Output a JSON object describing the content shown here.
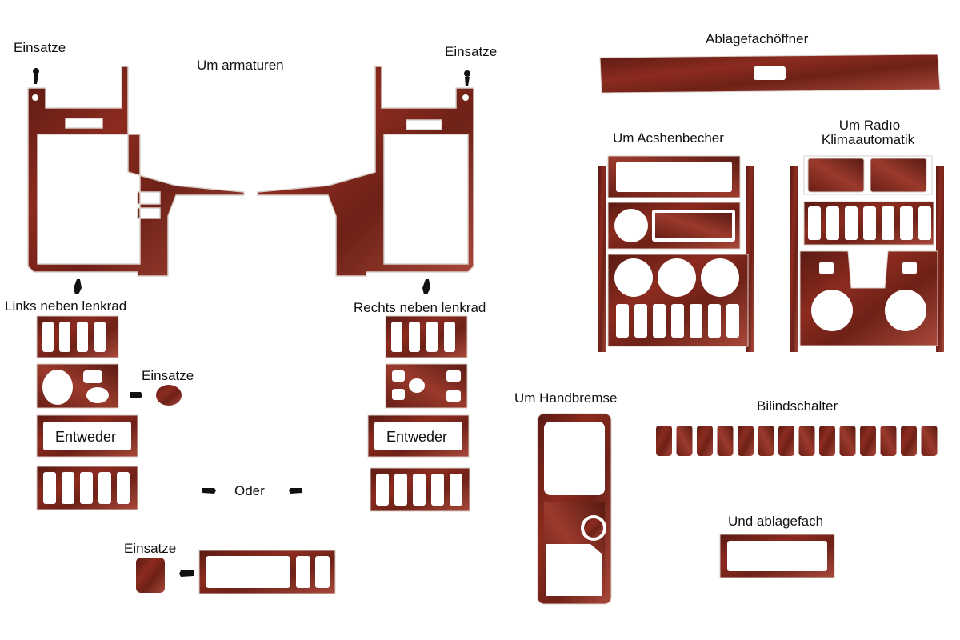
{
  "labels": {
    "einsatze_top_left": "Einsatze",
    "um_armaturen": "Um armaturen",
    "einsatze_top_right": "Einsatze",
    "ablagefachoeffner": "Ablagefachöffner",
    "um_acshenbecher": "Um Acshenbecher",
    "um_radio_line1": "Um Radıo",
    "um_radio_line2": "Klimaautomatik",
    "links_neben_lenkrad": "Links neben lenkrad",
    "rechts_neben_lenkrad": "Rechts neben lenkrad",
    "einsatze_mid_left": "Einsatze",
    "entweder_left": "Entweder",
    "entweder_right": "Entweder",
    "oder": "Oder",
    "einsatze_bottom": "Einsatze",
    "um_handbremse": "Um Handbremse",
    "bilindschalter": "Bilindschalter",
    "und_ablagefach": "Und ablagefach"
  },
  "colors": {
    "wood_dark": "#5a1a12",
    "wood_mid": "#8c2b1f",
    "wood_light": "#a8483a",
    "frame_edge": "#d9cfc9",
    "text": "#111111"
  },
  "icons": [
    "pointing-hand-icon"
  ]
}
